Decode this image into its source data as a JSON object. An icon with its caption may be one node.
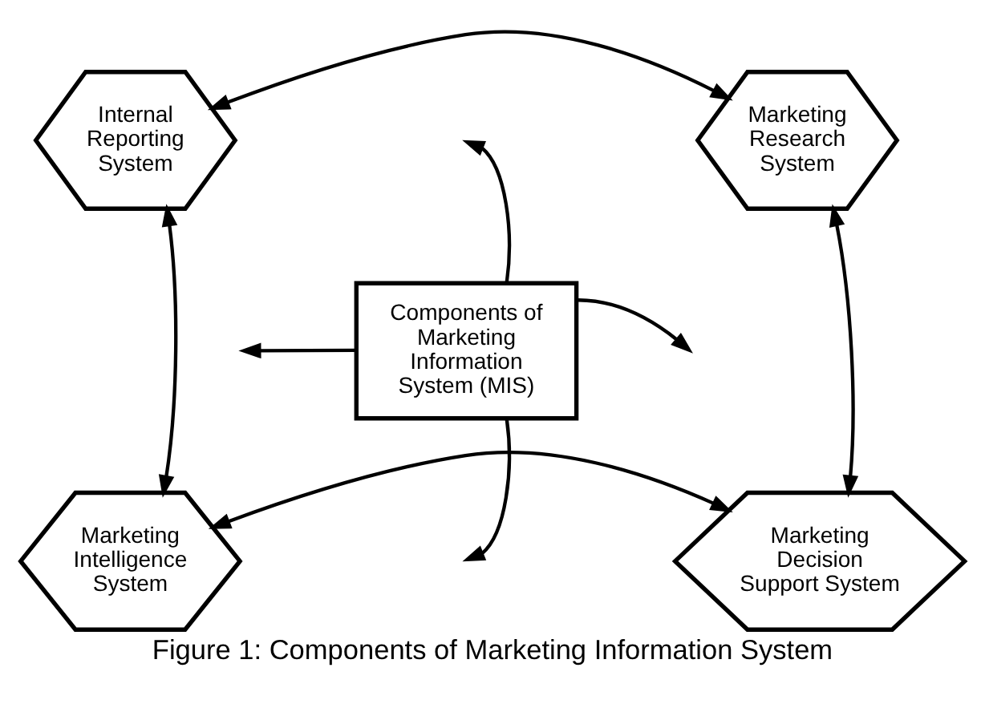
{
  "diagram": {
    "caption": "Figure 1: Components of Marketing Information System",
    "nodes": [
      {
        "text": [
          "Internal Reporting System"
        ]
      },
      {
        "text": [
          "Marketing Research System"
        ]
      },
      {
        "text": [
          "Components of Marketing Information System (MIS)"
        ]
      },
      {
        "text": [
          "Marketing Intelligence System"
        ]
      },
      {
        "text": [
          "Marketing Decision Support System"
        ]
      }
    ],
    "edges": [
      {
        "from": 0,
        "to": 1,
        "arrow": "both"
      },
      {
        "from": 2,
        "to": null,
        "arrow": "to"
      },
      {
        "from": 2,
        "to": null,
        "arrow": "to"
      },
      {
        "from": 2,
        "to": null,
        "arrow": "to"
      },
      {
        "from": 0,
        "to": 3,
        "arrow": "both"
      },
      {
        "from": 1,
        "to": 4,
        "arrow": "both"
      },
      {
        "from": 2,
        "to": null,
        "arrow": "to"
      },
      {
        "from": 3,
        "to": 4,
        "arrow": "both"
      }
    ]
  }
}
